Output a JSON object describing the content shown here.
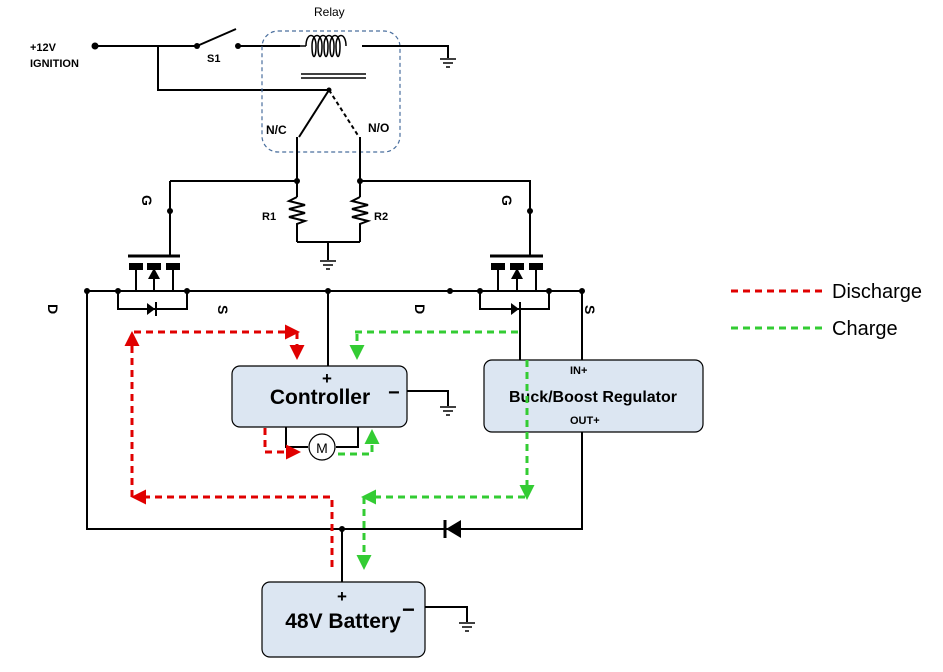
{
  "labels": {
    "supply": "+12V",
    "supply2": "IGNITION",
    "relay": "Relay",
    "switch": "S1",
    "nc": "N/C",
    "no": "N/O",
    "r1": "R1",
    "r2": "R2",
    "gate": "G",
    "drain": "D",
    "source": "S",
    "motor": "M",
    "diode": ""
  },
  "blocks": {
    "controller": {
      "title": "Controller",
      "plus": "+",
      "minus": "−"
    },
    "regulator": {
      "title": "Buck/Boost Regulator",
      "in": "IN+",
      "out": "OUT+"
    },
    "battery": {
      "title": "48V Battery",
      "plus": "+",
      "minus": "−"
    }
  },
  "legend": {
    "discharge": {
      "label": "Discharge",
      "color": "#e00000"
    },
    "charge": {
      "label": "Charge",
      "color": "#33cc33"
    }
  }
}
